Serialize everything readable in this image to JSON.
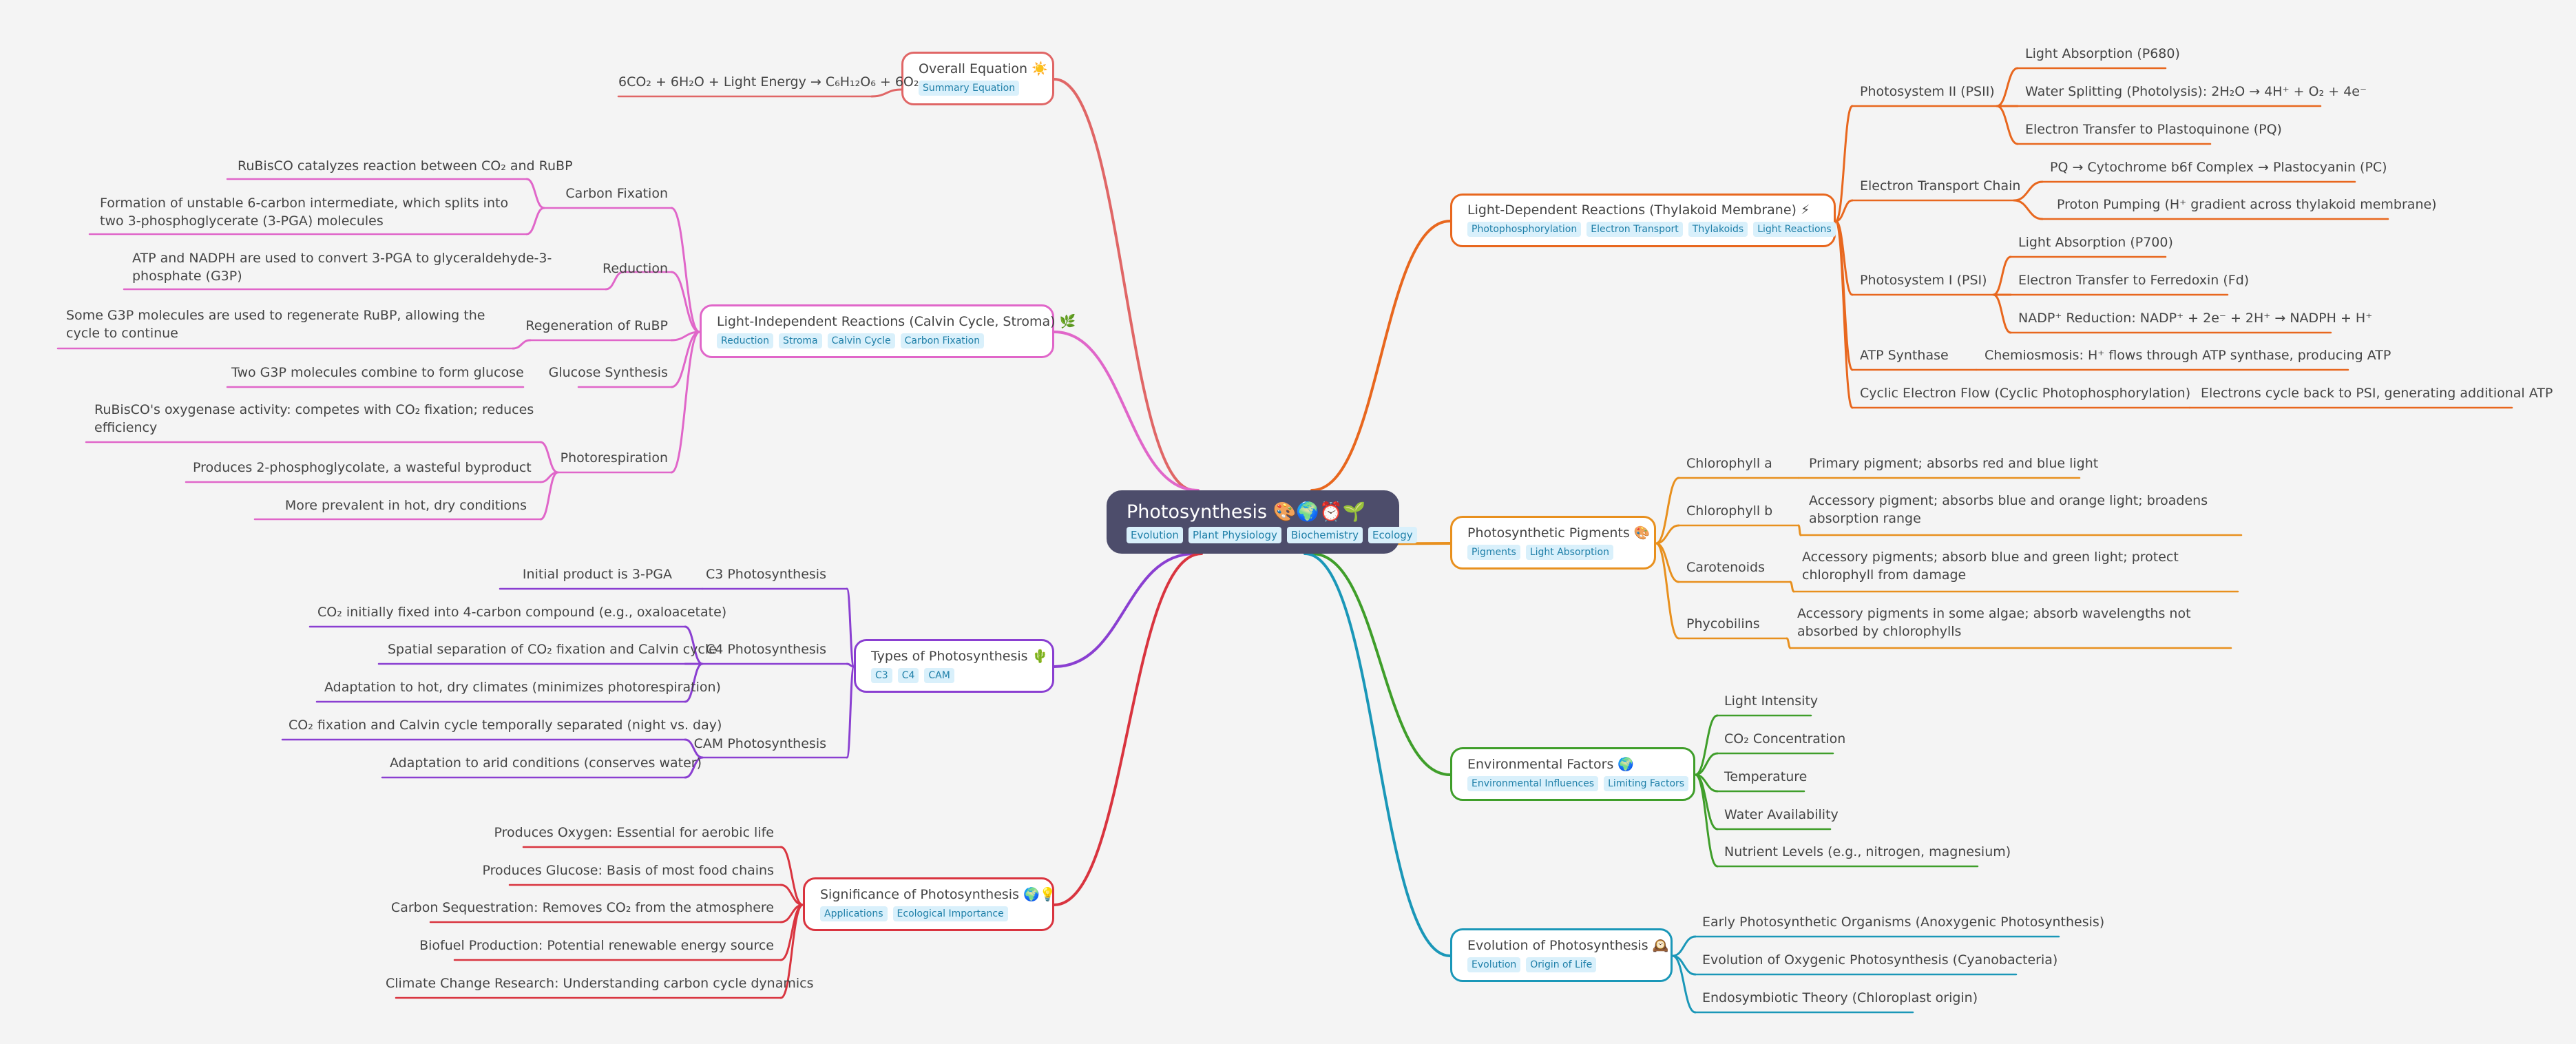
{
  "root": {
    "title": "Photosynthesis 🎨🌍⏰🌱",
    "tags": [
      "Evolution",
      "Plant Physiology",
      "Biochemistry",
      "Ecology"
    ]
  },
  "colors": {
    "overall": "#e06666",
    "calvin": "#e066c9",
    "types": "#8a3fd1",
    "significance": "#d9343f",
    "light": "#e8671e",
    "pigments": "#e8901e",
    "environment": "#3f9e2a",
    "evolution": "#1a97b8"
  },
  "branches": {
    "overall": {
      "title": "Overall Equation ☀️",
      "tags": [
        "Summary Equation"
      ],
      "items": [
        "6CO₂ + 6H₂O + Light Energy → C₆H₁₂O₆ + 6O₂"
      ]
    },
    "calvin": {
      "title": "Light-Independent Reactions (Calvin Cycle, Stroma) 🌿",
      "tags": [
        "Reduction",
        "Stroma",
        "Calvin Cycle",
        "Carbon Fixation"
      ],
      "groups": [
        {
          "label": "Carbon Fixation",
          "items": [
            "RuBisCO catalyzes reaction between CO₂ and RuBP",
            "Formation of unstable 6-carbon intermediate, which splits into two 3-phosphoglycerate (3-PGA) molecules"
          ]
        },
        {
          "label": "Reduction",
          "items": [
            "ATP and NADPH are used to convert 3-PGA to glyceraldehyde-3-phosphate (G3P)"
          ]
        },
        {
          "label": "Regeneration of RuBP",
          "items": [
            "Some G3P molecules are used to regenerate RuBP, allowing the cycle to continue"
          ]
        },
        {
          "label": "Glucose Synthesis",
          "items": [
            "Two G3P molecules combine to form glucose"
          ]
        },
        {
          "label": "Photorespiration",
          "items": [
            "RuBisCO's oxygenase activity: competes with CO₂ fixation; reduces efficiency",
            "Produces 2-phosphoglycolate, a wasteful byproduct",
            "More prevalent in hot, dry conditions"
          ]
        }
      ]
    },
    "types": {
      "title": "Types of Photosynthesis 🌵",
      "tags": [
        "C3",
        "C4",
        "CAM"
      ],
      "groups": [
        {
          "label": "C3 Photosynthesis",
          "items": [
            "Initial product is 3-PGA"
          ]
        },
        {
          "label": "C4 Photosynthesis",
          "items": [
            "CO₂ initially fixed into 4-carbon compound (e.g., oxaloacetate)",
            "Spatial separation of CO₂ fixation and Calvin cycle",
            "Adaptation to hot, dry climates (minimizes photorespiration)"
          ]
        },
        {
          "label": "CAM Photosynthesis",
          "items": [
            "CO₂ fixation and Calvin cycle temporally separated (night vs. day)",
            "Adaptation to arid conditions (conserves water)"
          ]
        }
      ]
    },
    "significance": {
      "title": "Significance of Photosynthesis 🌍💡",
      "tags": [
        "Applications",
        "Ecological Importance"
      ],
      "items": [
        "Produces Oxygen: Essential for aerobic life",
        "Produces Glucose: Basis of most food chains",
        "Carbon Sequestration: Removes CO₂ from the atmosphere",
        "Biofuel Production: Potential renewable energy source",
        "Climate Change Research: Understanding carbon cycle dynamics"
      ]
    },
    "light": {
      "title": "Light-Dependent Reactions (Thylakoid Membrane) ⚡",
      "tags": [
        "Photophosphorylation",
        "Electron Transport",
        "Thylakoids",
        "Light Reactions"
      ],
      "groups": [
        {
          "label": "Photosystem II (PSII)",
          "items": [
            "Light Absorption (P680)",
            "Water Splitting (Photolysis): 2H₂O → 4H⁺ + O₂ + 4e⁻",
            "Electron Transfer to Plastoquinone (PQ)"
          ]
        },
        {
          "label": "Electron Transport Chain",
          "items": [
            "PQ → Cytochrome b6f Complex → Plastocyanin (PC)",
            "Proton Pumping (H⁺ gradient across thylakoid membrane)"
          ]
        },
        {
          "label": "Photosystem I (PSI)",
          "items": [
            "Light Absorption (P700)",
            "Electron Transfer to Ferredoxin (Fd)",
            "NADP⁺ Reduction: NADP⁺ + 2e⁻ + 2H⁺ → NADPH + H⁺"
          ]
        },
        {
          "label": "ATP Synthase",
          "items": [
            "Chemiosmosis: H⁺ flows through ATP synthase, producing ATP"
          ]
        },
        {
          "label": "Cyclic Electron Flow (Cyclic Photophosphorylation)",
          "items": [
            "Electrons cycle back to PSI, generating additional ATP"
          ]
        }
      ]
    },
    "pigments": {
      "title": "Photosynthetic Pigments 🎨",
      "tags": [
        "Pigments",
        "Light Absorption"
      ],
      "groups": [
        {
          "label": "Chlorophyll a",
          "items": [
            "Primary pigment; absorbs red and blue light"
          ]
        },
        {
          "label": "Chlorophyll b",
          "items": [
            "Accessory pigment; absorbs blue and orange light; broadens absorption range"
          ]
        },
        {
          "label": "Carotenoids",
          "items": [
            "Accessory pigments; absorb blue and green light; protect chlorophyll from damage"
          ]
        },
        {
          "label": "Phycobilins",
          "items": [
            "Accessory pigments in some algae; absorb wavelengths not absorbed by chlorophylls"
          ]
        }
      ]
    },
    "environment": {
      "title": "Environmental Factors 🌍",
      "tags": [
        "Environmental Influences",
        "Limiting Factors"
      ],
      "items": [
        "Light Intensity",
        "CO₂ Concentration",
        "Temperature",
        "Water Availability",
        "Nutrient Levels (e.g., nitrogen, magnesium)"
      ]
    },
    "evolution": {
      "title": "Evolution of Photosynthesis 🕰️",
      "tags": [
        "Evolution",
        "Origin of Life"
      ],
      "items": [
        "Early Photosynthetic Organisms (Anoxygenic Photosynthesis)",
        "Evolution of Oxygenic Photosynthesis (Cyanobacteria)",
        "Endosymbiotic Theory (Chloroplast origin)"
      ]
    }
  }
}
